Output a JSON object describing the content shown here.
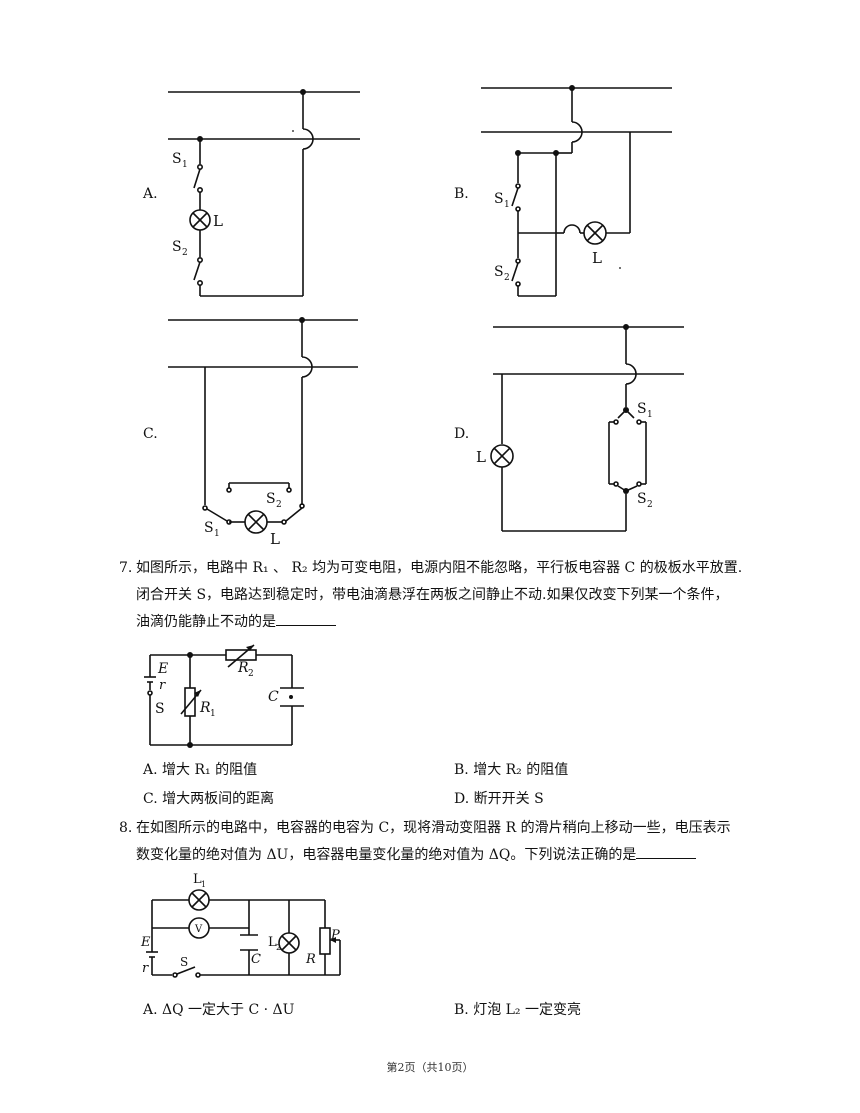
{
  "figures_q6": {
    "a": {
      "option_label": "A.",
      "labels": {
        "s1": "S",
        "s1_sub": "1",
        "s2": "S",
        "s2_sub": "2",
        "lamp": "L"
      }
    },
    "b": {
      "option_label": "B.",
      "labels": {
        "s1": "S",
        "s1_sub": "1",
        "s2": "S",
        "s2_sub": "2",
        "lamp": "L"
      }
    },
    "c": {
      "option_label": "C.",
      "labels": {
        "s1": "S",
        "s1_sub": "1",
        "s2": "S",
        "s2_sub": "2",
        "lamp": "L"
      }
    },
    "d": {
      "option_label": "D.",
      "labels": {
        "s1": "S",
        "s1_sub": "1",
        "s2": "S",
        "s2_sub": "2",
        "lamp": "L"
      }
    }
  },
  "q7": {
    "number": "7.",
    "line1": "如图所示，电路中 R₁ 、 R₂ 均为可变电阻，电源内阻不能忽略，平行板电容器 C 的极板水平放置.",
    "line2": "闭合开关 S，电路达到稳定时，带电油滴悬浮在两板之间静止不动.如果仅改变下列某一个条件，",
    "line3": "油滴仍能静止不动的是",
    "circuit_labels": {
      "e": "E",
      "r": "r",
      "s": "S",
      "r1": "R",
      "r1_sub": "1",
      "r2": "R",
      "r2_sub": "2",
      "c": "C"
    },
    "options": [
      {
        "label": "A. 增大 R₁ 的阻值"
      },
      {
        "label": "B. 增大 R₂ 的阻值"
      },
      {
        "label": "C. 增大两板间的距离"
      },
      {
        "label": "D. 断开开关 S"
      }
    ]
  },
  "q8": {
    "number": "8.",
    "line1": "在如图所示的电路中，电容器的电容为 C，现将滑动变阻器 R 的滑片稍向上移动一些，电压表示",
    "line2": "数变化量的绝对值为 ΔU，电容器电量变化量的绝对值为 ΔQ。下列说法正确的是",
    "circuit_labels": {
      "l1": "L",
      "l1_sub": "1",
      "v": "V",
      "e": "E",
      "r": "r",
      "s": "S",
      "c": "C",
      "l2": "L",
      "l2_sub": "2",
      "rr": "R",
      "p": "P"
    },
    "options": [
      {
        "label": "A. ΔQ 一定大于 C · ΔU"
      },
      {
        "label": "B. 灯泡 L₂ 一定变亮"
      }
    ]
  },
  "footer": {
    "text": "第2页（共10页）"
  }
}
